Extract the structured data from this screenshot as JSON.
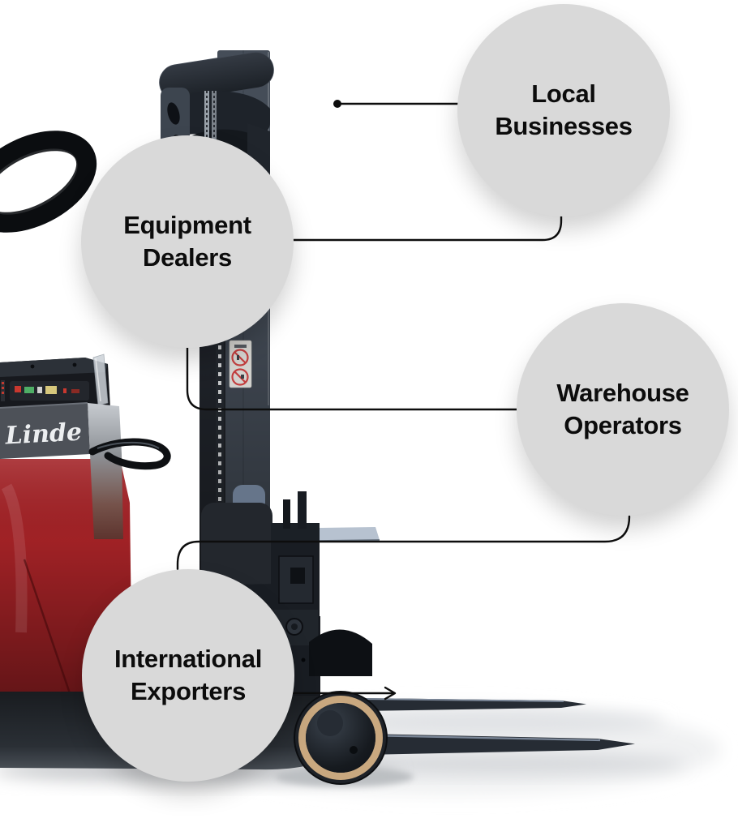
{
  "bubbles": [
    {
      "id": "local-businesses",
      "label": "Local Businesses",
      "line1": "Local",
      "line2": "Businesses"
    },
    {
      "id": "equipment-dealers",
      "label": "Equipment Dealers",
      "line1": "Equipment",
      "line2": "Dealers"
    },
    {
      "id": "warehouse-operators",
      "label": "Warehouse Operators",
      "line1": "Warehouse",
      "line2": "Operators"
    },
    {
      "id": "international-exporters",
      "label": "International Exporters",
      "line1": "International",
      "line2": "Exporters"
    }
  ],
  "forklift": {
    "brand": "Linde",
    "body_color": "#a32226",
    "mast_color": "#454d58",
    "wheel_ring_color": "#c9a87f",
    "fork_color": "#262c34",
    "deck_color": "#b7c2d0",
    "seat_color": "#23272d",
    "headrest_color": "#66758a"
  },
  "style": {
    "background": "#ffffff",
    "bubble_fill": "#d9d9d9",
    "bubble_text_color": "#0c0c0c",
    "connector_color": "#0d0d0d"
  }
}
